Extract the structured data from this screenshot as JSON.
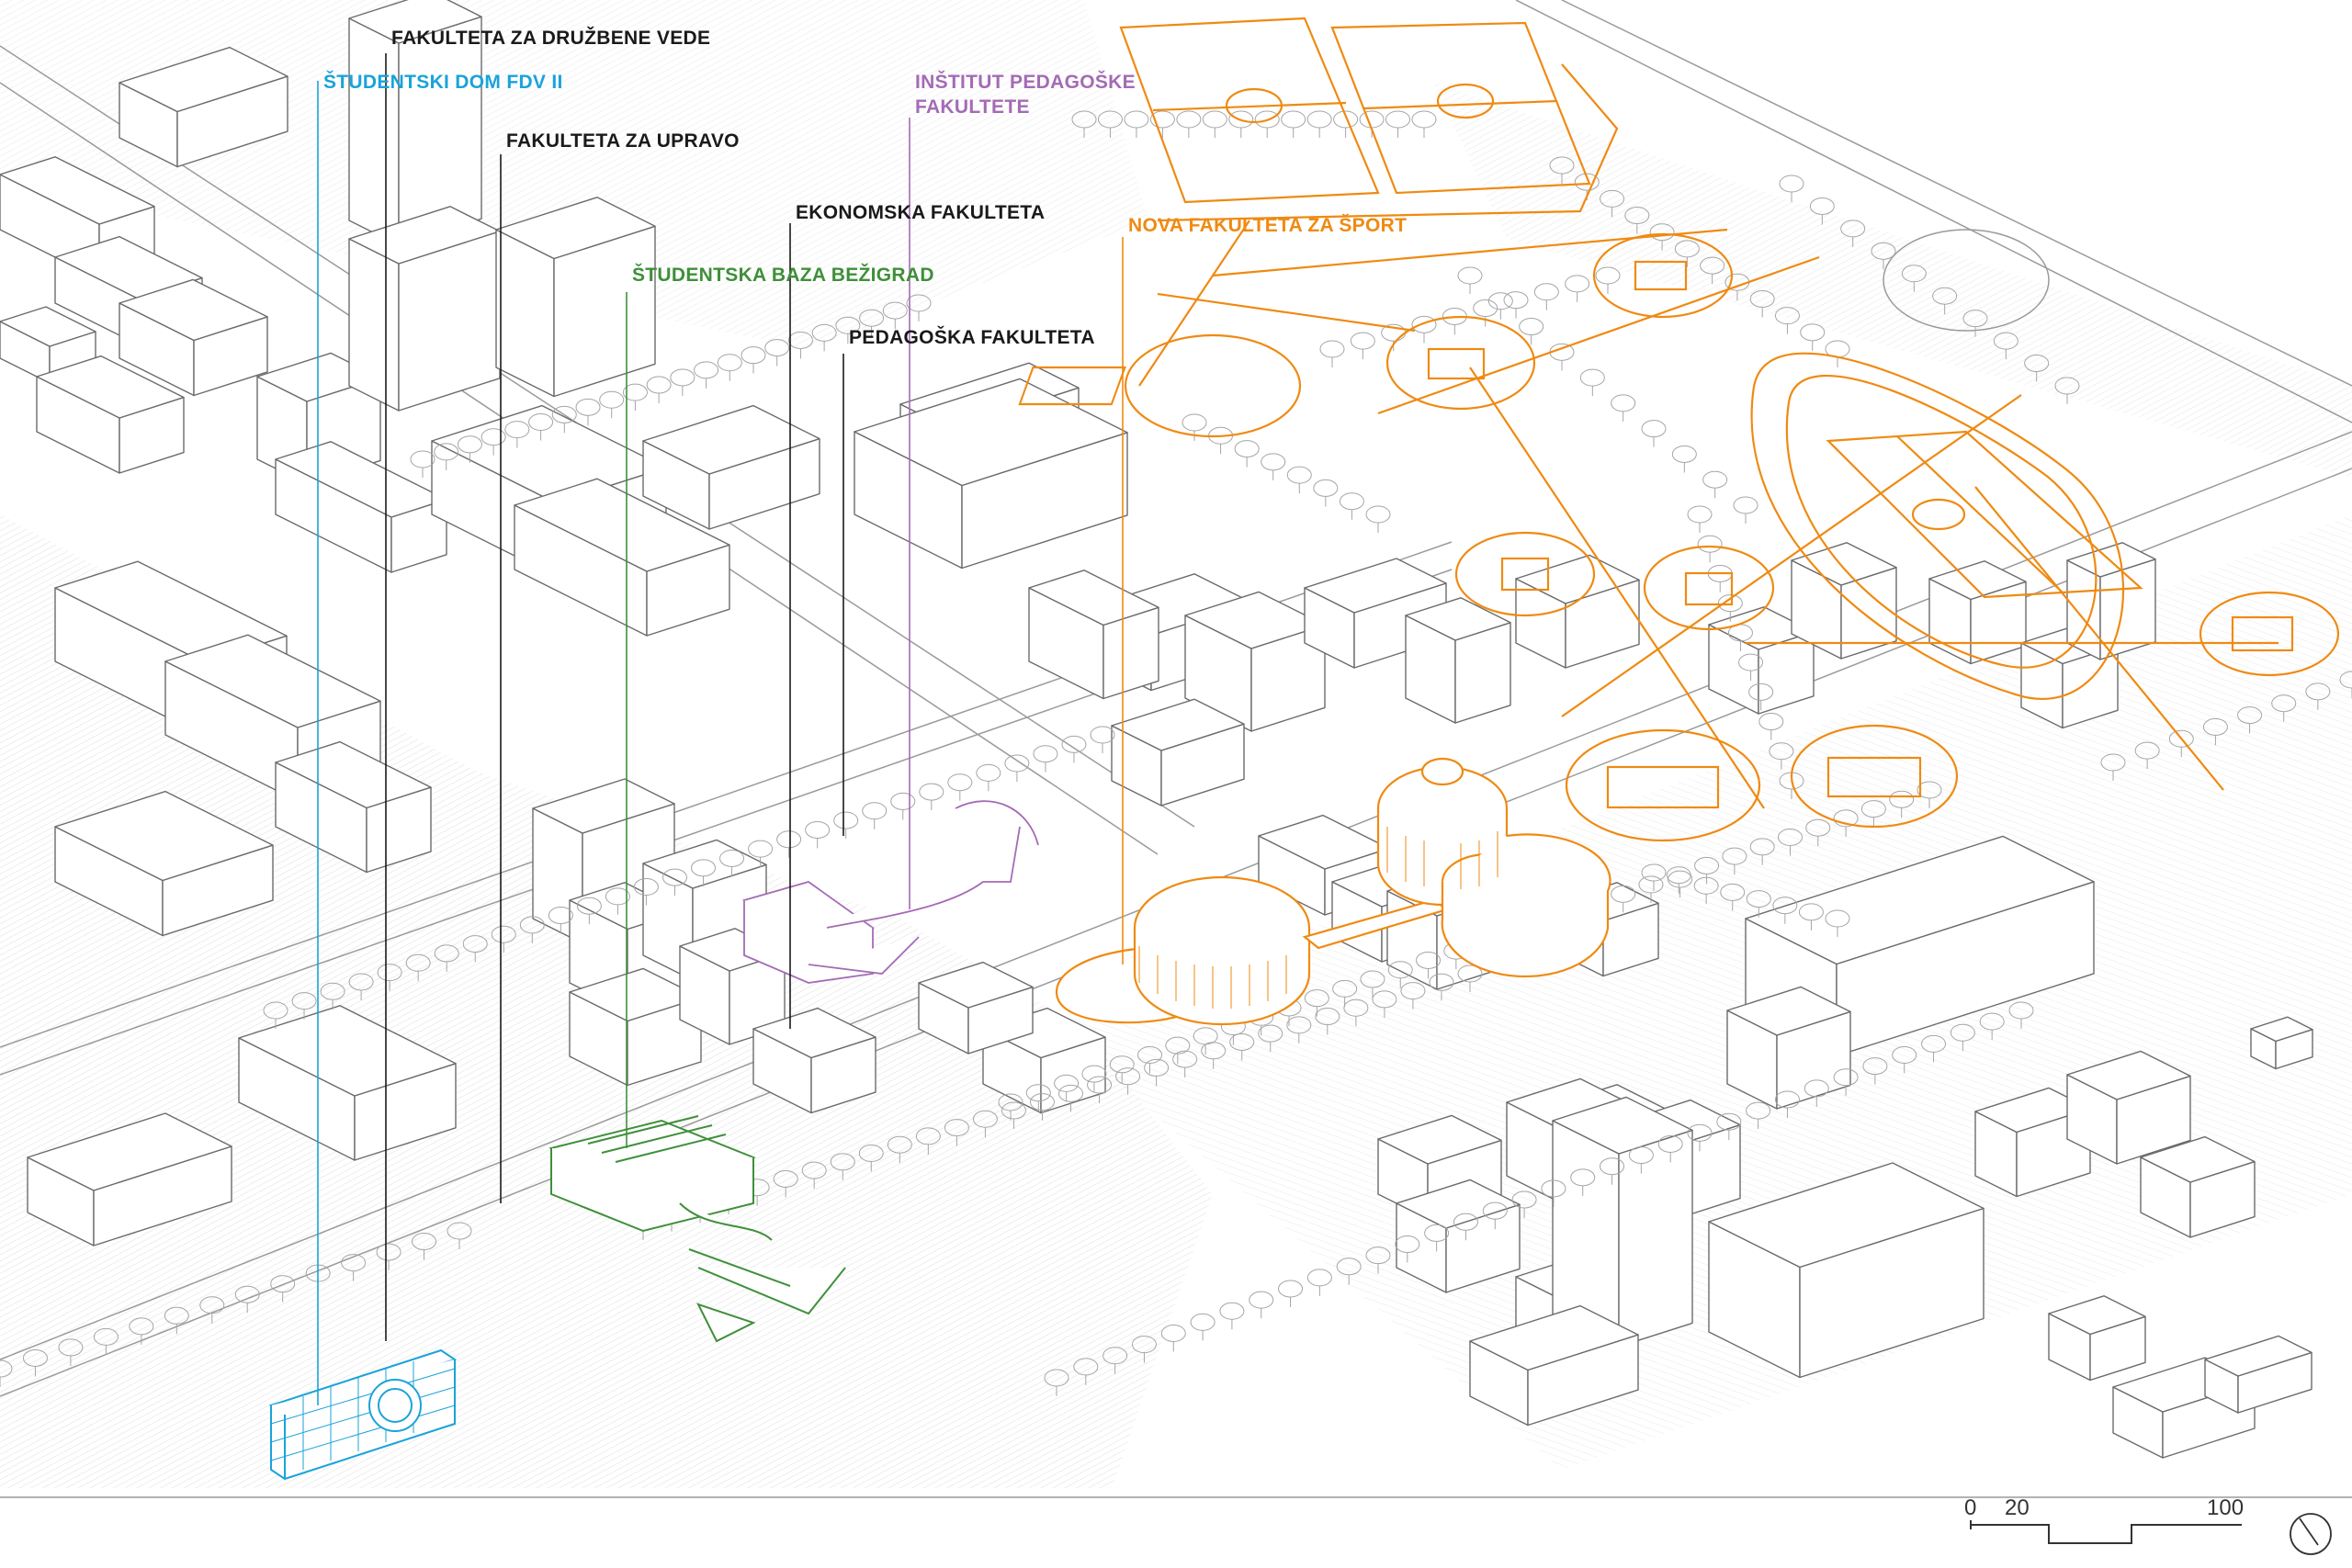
{
  "colors": {
    "black": "#1a1a1a",
    "blue": "#1aa3d9",
    "purple": "#a46bb5",
    "green": "#3f8f3a",
    "orange": "#ef8a12",
    "building_stroke": "#6b6b6b",
    "tree_stroke": "#9a9a9a",
    "ground": "#ffffff"
  },
  "labels": {
    "fdv": {
      "text": "FAKULTETA ZA DRUŽBENE VEDE",
      "color": "black"
    },
    "dom": {
      "text": "ŠTUDENTSKI DOM FDV II",
      "color": "blue"
    },
    "upravo": {
      "text": "FAKULTETA ZA UPRAVO",
      "color": "black"
    },
    "ekonomska": {
      "text": "EKONOMSKA FAKULTETA",
      "color": "black"
    },
    "baza": {
      "text": "ŠTUDENTSKA BAZA BEŽIGRAD",
      "color": "green"
    },
    "pedagoska": {
      "text": "PEDAGOŠKA FAKULTETA",
      "color": "black"
    },
    "institut": {
      "text": "INŠTITUT PEDAGOŠKE\nFAKULTETE",
      "color": "purple"
    },
    "sport": {
      "text": "NOVA FAKULTETA ZA ŠPORT",
      "color": "orange"
    }
  },
  "scale_bar": {
    "ticks": [
      "0",
      "20",
      "100"
    ]
  },
  "north_arrow": {
    "icon": "north-arrow-icon"
  }
}
